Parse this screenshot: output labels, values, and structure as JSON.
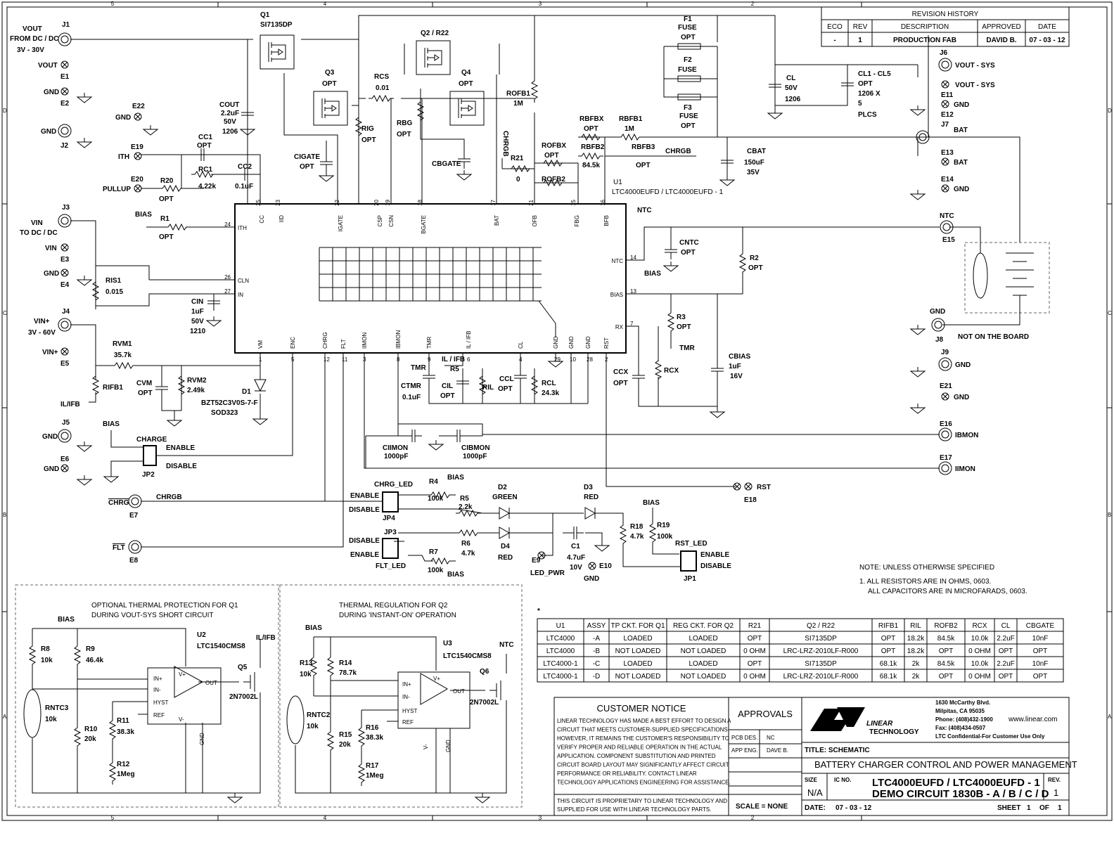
{
  "border": {
    "zones_top": [
      "5",
      "4",
      "3",
      "2"
    ],
    "zones_side": [
      "D",
      "C",
      "B",
      "A"
    ]
  },
  "revision": {
    "title": "REVISION HISTORY",
    "headers": [
      "ECO",
      "REV",
      "DESCRIPTION",
      "APPROVED",
      "DATE"
    ],
    "row": [
      "-",
      "1",
      "PRODUCTION FAB",
      "DAVID B.",
      "07 - 03 - 12"
    ]
  },
  "components": {
    "j1": "J1",
    "vout_in": "VOUT",
    "from_dcdc": "FROM DC / DC",
    "v3_30": "3V - 30V",
    "vout2": "VOUT",
    "e1": "E1",
    "gnd_e2": "GND",
    "e2": "E2",
    "gnd_j2": "GND",
    "j2": "J2",
    "e22": "E22",
    "gnd_e22": "GND",
    "e19": "E19",
    "ith": "ITH",
    "e20": "E20",
    "pullup": "PULLUP",
    "r20": "R20",
    "r20v": "OPT",
    "cc1": "CC1",
    "cc1v": "OPT",
    "rc1": "RC1",
    "rc1v": "4.22k",
    "cc2": "CC2",
    "cc2v": "0.1uF",
    "bias1": "BIAS",
    "r1": "R1",
    "r1v": "OPT",
    "q1": "Q1",
    "q1v": "SI7135DP",
    "cout": "COUT",
    "cout1": "2.2uF",
    "cout2": "50V",
    "cout3": "1206",
    "q3": "Q3",
    "q3v": "OPT",
    "cigate": "CIGATE",
    "cigatev": "OPT",
    "rcs": "RCS",
    "rcsv": "0.01",
    "rig": "RIG",
    "rigv": "OPT",
    "rbg": "RBG",
    "rbgv": "OPT",
    "q2": "Q2 / R22",
    "q4": "Q4",
    "q4v": "OPT",
    "cbgate": "CBGATE",
    "rofb1": "ROFB1",
    "rofb1v": "1M",
    "chrgb_v": "CHRGB",
    "r21": "R21",
    "r21v": "0",
    "rofbx": "ROFBX",
    "rofbxv": "OPT",
    "rofb2": "ROFB2",
    "rbfbx": "RBFBX",
    "rbfbxv": "OPT",
    "rbfb1": "RBFB1",
    "rbfb1v": "1M",
    "rbfb2": "RBFB2",
    "rbfb2v": "84.5k",
    "rbfb3": "RBFB3",
    "rbfb3v": "OPT",
    "chrgb1": "CHRGB",
    "u1": "U1",
    "u1v": "LTC4000EUFD / LTC4000EUFD - 1",
    "f1": "F1",
    "fuse1": "FUSE",
    "f1v": "OPT",
    "f2": "F2",
    "fuse2": "FUSE",
    "f3": "F3",
    "fuse3": "FUSE",
    "f3v": "OPT",
    "cl": "CL",
    "clv": "50V",
    "clp": "1206",
    "cl15": "CL1 - CL5",
    "cl15a": "OPT",
    "cl15b": "1206 X",
    "cl15c": "5",
    "cl15d": "PLCS",
    "j6": "J6",
    "voutsys1": "VOUT - SYS",
    "voutsys2": "VOUT - SYS",
    "e11": "E11",
    "gnd_e12": "GND",
    "e12": "E12",
    "j7": "J7",
    "bat1": "BAT",
    "e13": "E13",
    "bat2": "BAT",
    "e14": "E14",
    "gnd_e14": "GND",
    "cbat": "CBAT",
    "cbat1": "150uF",
    "cbat2": "35V",
    "vin_j3": "VIN",
    "todcdc": "TO DC / DC",
    "j3": "J3",
    "vin_e3": "VIN",
    "e3": "E3",
    "gnd_e4": "GND",
    "e4": "E4",
    "ris1": "RIS1",
    "ris1v": "0.015",
    "cin": "CIN",
    "cin1": "1uF",
    "cin2": "50V",
    "cin3": "1210",
    "vinp": "VIN+",
    "v3_60": "3V - 60V",
    "j4": "J4",
    "vinp2": "VIN+",
    "e5": "E5",
    "rvm1": "RVM1",
    "rvm1v": "35.7k",
    "rifb1": "RIFB1",
    "ilifb": "IL/IFB",
    "cvm": "CVM",
    "cvmv": "OPT",
    "rvm2": "RVM2",
    "rvm2v": "2.49k",
    "d1": "D1",
    "d1v": "BZT52C3V0S-7-F",
    "d1p": "SOD323",
    "ntc": "NTC",
    "cntc": "CNTC",
    "cntcv": "OPT",
    "r2": "R2",
    "r2v": "OPT",
    "ntc2": "NTC",
    "e15": "E15",
    "bias2": "BIAS",
    "r3": "R3",
    "r3v": "OPT",
    "tmr_r3": "TMR",
    "rcx": "RCX",
    "ccx": "CCX",
    "ccxv": "OPT",
    "cbias": "CBIAS",
    "cbias1": "1uF",
    "cbias2": "16V",
    "gnd_j8": "GND",
    "j8": "J8",
    "notboard": "NOT ON THE BOARD",
    "j9": "J9",
    "gnd_j9": "GND",
    "e21": "E21",
    "gnd_e21": "GND",
    "tmr": "TMR",
    "ctmr": "CTMR",
    "ctmrv": "0.1uF",
    "ilifb2": "IL / IFB",
    "r5": "R5",
    "cil": "CIL",
    "cilv": "OPT",
    "ril": "RIL",
    "ccl": "CCL",
    "cclv": "OPT",
    "rcl": "RCL",
    "rclv": "24.3k",
    "ciimon": "CIIMON",
    "ciimonv": "1000pF",
    "cibmon": "CIBMON",
    "cibmonv": "1000pF",
    "e16": "E16",
    "ibmon": "IBMON",
    "e17": "E17",
    "iimon": "IIMON",
    "rst": "RST",
    "e18": "E18",
    "j5": "J5",
    "gnd_j5": "GND",
    "e6": "E6",
    "gnd_e6": "GND",
    "bias3": "BIAS",
    "charge": "CHARGE",
    "enable1": "ENABLE",
    "disable1": "DISABLE",
    "jp2": "JP2",
    "chrg_l": "CHRG",
    "chrgb2": "CHRGB",
    "e7": "E7",
    "flt_l": "FLT",
    "e8": "E8",
    "chrg_led": "CHRG_LED",
    "enable2": "ENABLE",
    "disable2": "DISABLE",
    "jp4": "JP4",
    "r4": "R4",
    "r4v": "100k",
    "bias4": "BIAS",
    "r5b": "R5",
    "r5bv": "2.2k",
    "d2": "D2",
    "green": "GREEN",
    "d3": "D3",
    "red1": "RED",
    "jp3": "JP3",
    "disable3": "DISABLE",
    "enable3": "ENABLE",
    "flt_led": "FLT_LED",
    "r7": "R7",
    "r7v": "100k",
    "bias5": "BIAS",
    "r6": "R6",
    "r6v": "4.7k",
    "d4": "D4",
    "red2": "RED",
    "e9": "E9",
    "led_pwr": "LED_PWR",
    "c1": "C1",
    "c1a": "4.7uF",
    "c1b": "10V",
    "e10": "E10",
    "gnd_e10": "GND",
    "bias6": "BIAS",
    "r18": "R18",
    "r18v": "4.7k",
    "r19": "R19",
    "r19v": "100k",
    "rst_led": "RST_LED",
    "enable4": "ENABLE",
    "disable4": "DISABLE",
    "jp1": "JP1"
  },
  "u1_pins": {
    "top": [
      [
        "CC",
        "25"
      ],
      [
        "IID",
        "23"
      ],
      [
        "IGATE",
        "22"
      ],
      [
        "CSP",
        "20"
      ],
      [
        "CSN",
        "19"
      ],
      [
        "BGATE",
        "18"
      ],
      [
        "BAT",
        "17"
      ],
      [
        "OFB",
        "21"
      ],
      [
        "FBG",
        "15"
      ],
      [
        "BFB",
        "16"
      ]
    ],
    "left": [
      [
        "ITH",
        "24"
      ],
      [
        "CLN",
        "26"
      ],
      [
        "IN",
        "27"
      ]
    ],
    "right": [
      [
        "NTC",
        "14"
      ],
      [
        "BIAS",
        "13"
      ],
      [
        "RX",
        "7"
      ]
    ],
    "bottom": [
      [
        "VM",
        "1"
      ],
      [
        "ENC",
        "5"
      ],
      [
        "CHRG",
        "12"
      ],
      [
        "FLT",
        "11"
      ],
      [
        "IIMON",
        "3"
      ],
      [
        "IBMON",
        "8"
      ],
      [
        "TMR",
        "9"
      ],
      [
        "IL / IFB",
        "6"
      ],
      [
        "CL",
        "4"
      ],
      [
        "GND",
        "29"
      ],
      [
        "GND",
        "10"
      ],
      [
        "GND",
        "28"
      ],
      [
        "RST",
        "2"
      ]
    ]
  },
  "notes": {
    "title": "NOTE: UNLESS OTHERWISE SPECIFIED",
    "line1": "1. ALL RESISTORS ARE IN OHMS, 0603.",
    "line2": "ALL CAPACITORS ARE IN MICROFARADS, 0603."
  },
  "asm_table": {
    "headers": [
      "U1",
      "ASSY",
      "TP CKT. FOR Q1",
      "REG CKT. FOR Q2",
      "R21",
      "Q2 / R22",
      "RIFB1",
      "RIL",
      "ROFB2",
      "RCX",
      "CL",
      "CBGATE"
    ],
    "rows": [
      [
        "LTC4000",
        "-A",
        "LOADED",
        "LOADED",
        "OPT",
        "SI7135DP",
        "OPT",
        "18.2k",
        "84.5k",
        "10.0k",
        "2.2uF",
        "10nF"
      ],
      [
        "LTC4000",
        "-B",
        "NOT LOADED",
        "NOT LOADED",
        "0 OHM",
        "LRC-LRZ-2010LF-R000",
        "OPT",
        "18.2k",
        "OPT",
        "0 OHM",
        "OPT",
        "OPT"
      ],
      [
        "LTC4000-1",
        "-C",
        "LOADED",
        "LOADED",
        "OPT",
        "SI7135DP",
        "68.1k",
        "2k",
        "84.5k",
        "10.0k",
        "2.2uF",
        "10nF"
      ],
      [
        "LTC4000-1",
        "-D",
        "NOT LOADED",
        "NOT LOADED",
        "0 OHM",
        "LRC-LRZ-2010LF-R000",
        "68.1k",
        "2k",
        "OPT",
        "0 OHM",
        "OPT",
        "OPT"
      ]
    ]
  },
  "box1": {
    "title1": "OPTIONAL THERMAL PROTECTION FOR Q1",
    "title2": "DURING VOUT-SYS SHORT CIRCUIT",
    "bias": "BIAS",
    "r8": "R8",
    "r8v": "10k",
    "r9": "R9",
    "r9v": "46.4k",
    "u2": "U2",
    "u2v": "LTC1540CMS8",
    "ilifb": "IL/IFB",
    "q5": "Q5",
    "q5v": "2N7002L",
    "rntc3": "RNTC3",
    "rntc3v": "10k",
    "r10": "R10",
    "r10v": "20k",
    "r11": "R11",
    "r11v": "38.3k",
    "r12": "R12",
    "r12v": "1Meg",
    "inp": "IN+",
    "inn": "IN-",
    "hyst": "HYST",
    "ref": "REF",
    "out": "OUT",
    "vp": "V+",
    "vn": "V-",
    "gnd": "GND"
  },
  "box2": {
    "title1": "THERMAL REGULATION FOR Q2",
    "title2": "DURING 'INSTANT-ON' OPERATION",
    "bias": "BIAS",
    "r13": "R13",
    "r13v": "10k",
    "r14": "R14",
    "r14v": "78.7k",
    "u3": "U3",
    "u3v": "LTC1540CMS8",
    "ntc": "NTC",
    "q6": "Q6",
    "q6v": "2N7002L",
    "rntc2": "RNTC2",
    "rntc2v": "10k",
    "r15": "R15",
    "r15v": "20k",
    "r16": "R16",
    "r16v": "38.3k",
    "r17": "R17",
    "r17v": "1Meg",
    "inp": "IN+",
    "inn": "IN-",
    "hyst": "HYST",
    "ref": "REF",
    "out": "OUT",
    "vp": "V+",
    "vn": "V-",
    "gnd": "GND"
  },
  "title_block": {
    "notice_title": "CUSTOMER NOTICE",
    "notice_lines": [
      "LINEAR TECHNOLOGY HAS MADE A BEST EFFORT TO DESIGN A",
      "CIRCUIT THAT MEETS CUSTOMER-SUPPLIED SPECIFICATIONS;",
      "HOWEVER, IT REMAINS THE CUSTOMER'S RESPONSIBILITY TO",
      "VERIFY PROPER AND RELIABLE OPERATION IN THE ACTUAL",
      "APPLICATION. COMPONENT SUBSTITUTION AND PRINTED",
      "CIRCUIT BOARD LAYOUT MAY SIGNIFICANTLY AFFECT CIRCUIT",
      "PERFORMANCE OR RELIABILITY. CONTACT LINEAR",
      "TECHNOLOGY APPLICATIONS ENGINEERING FOR ASSISTANCE."
    ],
    "proprietary1": "THIS CIRCUIT IS PROPRIETARY TO LINEAR TECHNOLOGY AND",
    "proprietary2": "SUPPLIED FOR USE WITH LINEAR TECHNOLOGY PARTS.",
    "approvals": "APPROVALS",
    "pcb_des": "PCB DES.",
    "pcb_des_v": "NC",
    "app_eng": "APP ENG.",
    "app_eng_v": "DAVE B.",
    "scale": "SCALE = NONE",
    "logo_text": "LINEAR",
    "logo_sub": "TECHNOLOGY",
    "addr1": "1630 McCarthy Blvd.",
    "addr2": "Milpitas, CA 95035",
    "phone": "Phone: (408)432-1900",
    "fax": "Fax: (408)434-0507",
    "web": "www.linear.com",
    "confidential": "LTC Confidential-For Customer Use Only",
    "title_label": "TITLE: SCHEMATIC",
    "title": "BATTERY CHARGER CONTROL AND POWER MANAGEMENT",
    "size_label": "SIZE",
    "size": "N/A",
    "icno_label": "IC NO.",
    "part1": "LTC4000EUFD / LTC4000EUFD - 1",
    "part2": "DEMO CIRCUIT 1830B - A / B / C / D",
    "rev_label": "REV.",
    "rev": "1",
    "date_label": "DATE:",
    "date": "07 - 03 - 12",
    "sheet": "SHEET",
    "sheet_n": "1",
    "of": "OF",
    "of_n": "1"
  }
}
